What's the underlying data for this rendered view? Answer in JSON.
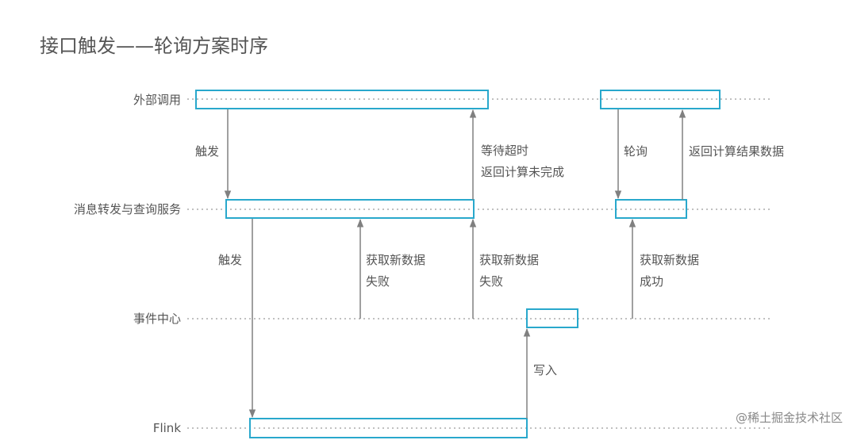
{
  "title": "接口触发——轮询方案时序",
  "lanes": {
    "external": "外部调用",
    "router": "消息转发与查询服务",
    "event_center": "事件中心",
    "flink": "Flink"
  },
  "messages": {
    "trigger_1": "触发",
    "trigger_2": "触发",
    "fetch_fail_1": [
      "获取新数据",
      "失败"
    ],
    "fetch_fail_2": [
      "获取新数据",
      "失败"
    ],
    "timeout_return": [
      "等待超时",
      "返回计算未完成"
    ],
    "write": "写入",
    "poll": "轮询",
    "fetch_success": [
      "获取新数据",
      "成功"
    ],
    "return_result": "返回计算结果数据"
  },
  "watermark": "@稀土掘金技术社区",
  "colors": {
    "activation": "#29a8cc",
    "line": "#9a9a9a",
    "arrow": "#808080",
    "text": "#555555"
  }
}
